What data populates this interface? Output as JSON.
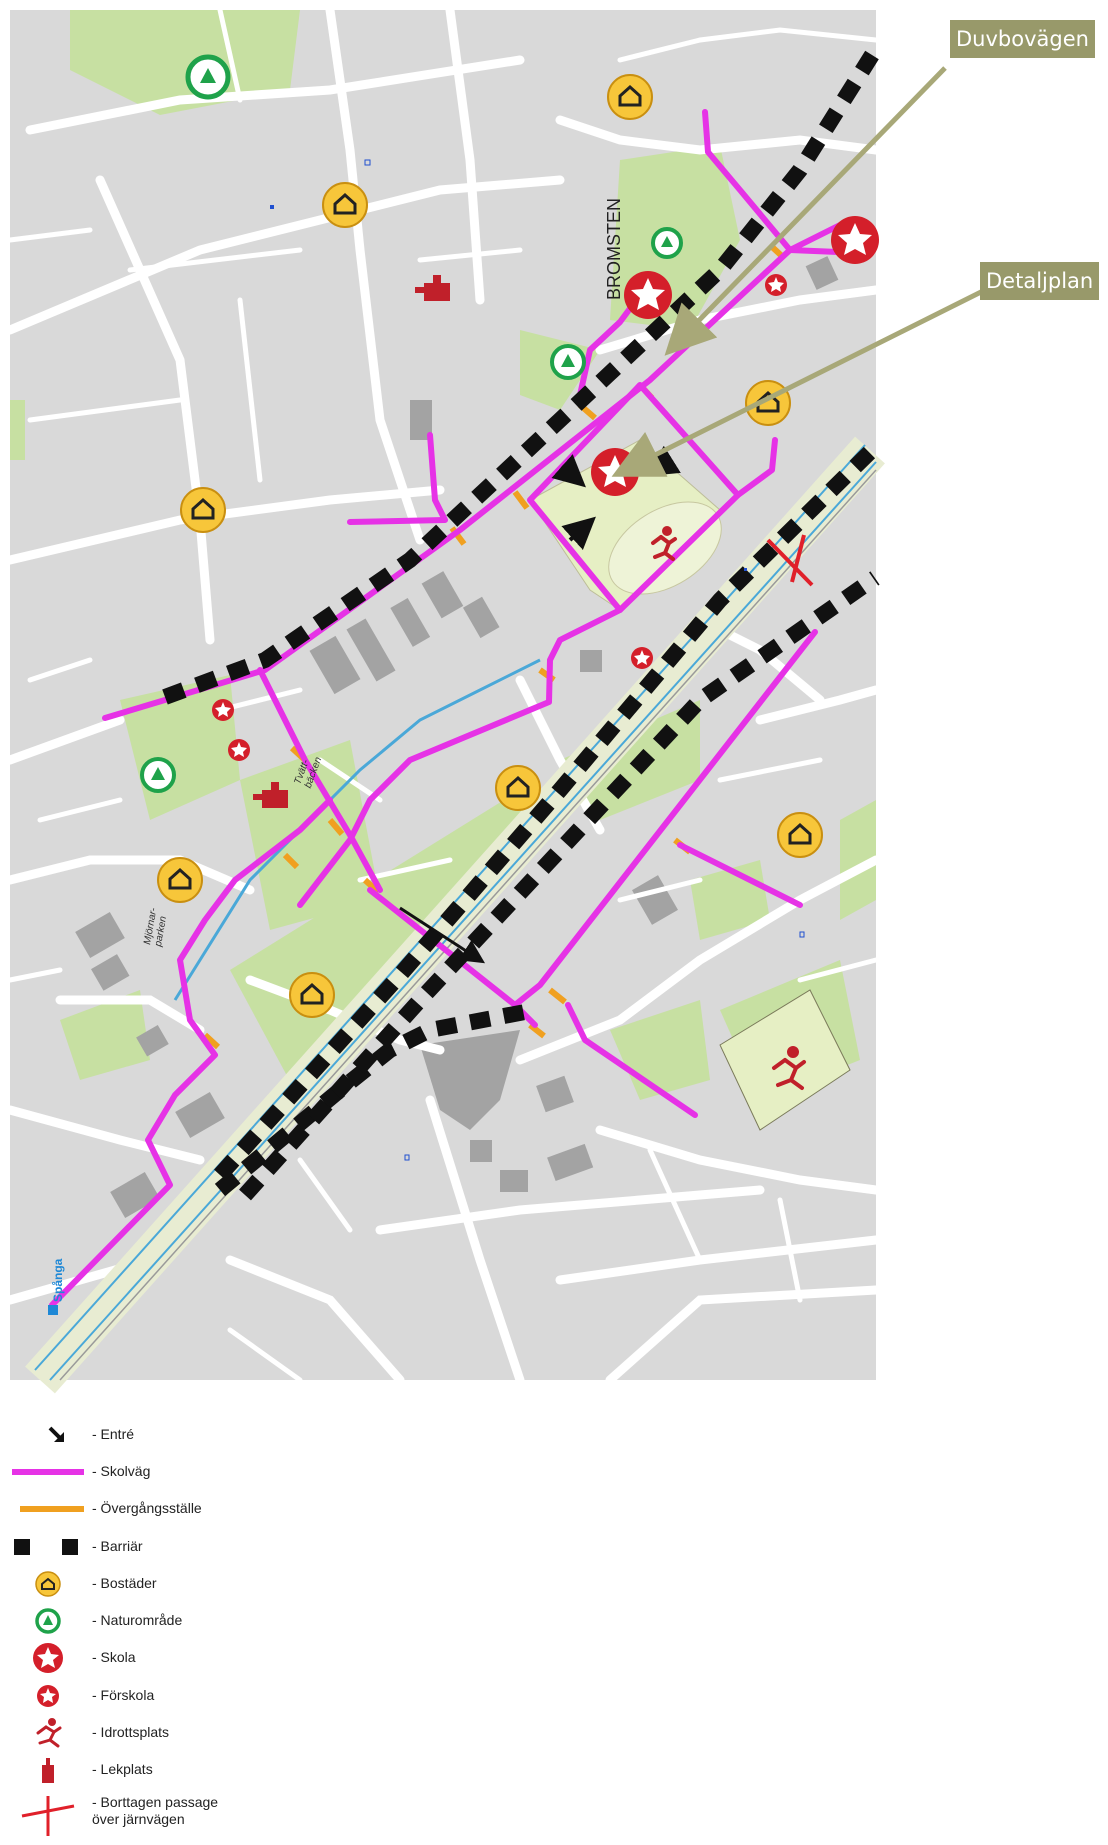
{
  "map": {
    "place_label": "BROMSTEN",
    "stream_label": "Tvätt-\nbäcken",
    "park_label": "Mjörnar-\nparken",
    "station_label": "Spånga"
  },
  "callouts": {
    "duvbovagen": "Duvbovägen",
    "detaljplan": "Detaljplan"
  },
  "legend": {
    "items": [
      {
        "key": "entre",
        "label": "- Entré"
      },
      {
        "key": "skolvag",
        "label": "- Skolväg"
      },
      {
        "key": "overgang",
        "label": "- Övergångsställe"
      },
      {
        "key": "barriar",
        "label": "- Barriär"
      },
      {
        "key": "bostader",
        "label": "- Bostäder"
      },
      {
        "key": "naturomrade",
        "label": "- Naturområde"
      },
      {
        "key": "skola",
        "label": "- Skola"
      },
      {
        "key": "forskola",
        "label": "- Förskola"
      },
      {
        "key": "idrottsplats",
        "label": "- Idrottsplats"
      },
      {
        "key": "lekplats",
        "label": "- Lekplats"
      },
      {
        "key": "borttagen",
        "label": "- Borttagen passage\növer järnvägen"
      }
    ]
  },
  "colors": {
    "background": "#d9d9d9",
    "road": "#ffffff",
    "park": "#c7e0a2",
    "building": "#a3a3a3",
    "school_route": "#e632e6",
    "crossing": "#f0a020",
    "barrier": "#111111",
    "callout_box": "#98996a",
    "callout_arrow": "#a8a878",
    "housing_fill": "#f7c63a",
    "nature_green": "#1fa24a",
    "school_red": "#d41f2a",
    "removed_red": "#e0202a",
    "rail": "#4aa8d8"
  }
}
